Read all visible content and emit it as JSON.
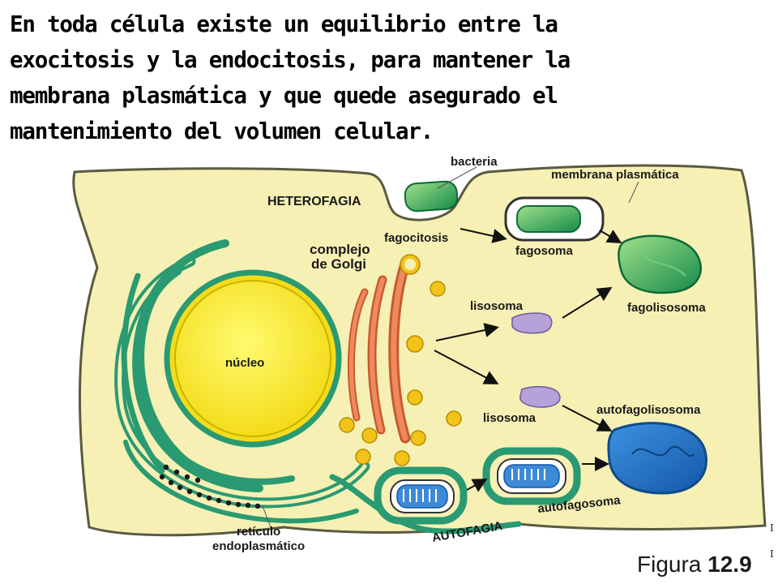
{
  "heading": {
    "lines": [
      "En toda célula existe un equilibrio entre la",
      "exocitosis y la endocitosis, para mantener la",
      "membrana plasmática y que quede asegurado el",
      "mantenimiento del volumen celular."
    ]
  },
  "labels": {
    "bacteria": "bacteria",
    "membrana": "membrana plasmática",
    "heterofagia": "HETEROFAGIA",
    "fagocitosis": "fagocitosis",
    "fagosoma": "fagosoma",
    "complejo_1": "complejo",
    "complejo_2": "de Golgi",
    "lisosoma_top": "lisosoma",
    "fagolisosoma": "fagolisosoma",
    "nucleo": "núcleo",
    "lisosoma_bottom": "lisosoma",
    "autofagolisosoma": "autofagolisosoma",
    "autofagosoma": "autofagosoma",
    "autofagia": "AUTOFAGIA",
    "reticulo_1": "retículo",
    "reticulo_2": "endoplasmático"
  },
  "caption": {
    "prefix": "Figura",
    "number": "12.9"
  },
  "colors": {
    "cytoplasm": "#f6f0b4",
    "membrane": "#5a5a42",
    "nucleus": "#fff238",
    "er_green": "#2a9a72",
    "golgi_orange": "#e8734a",
    "vesicle_yellow": "#f2c318",
    "lysosome_purple": "#b6a2d8",
    "autophago_blue": "#1e6fc0",
    "bacteria_green": "#2cb86a"
  },
  "icons": [
    "arrow-icon"
  ]
}
